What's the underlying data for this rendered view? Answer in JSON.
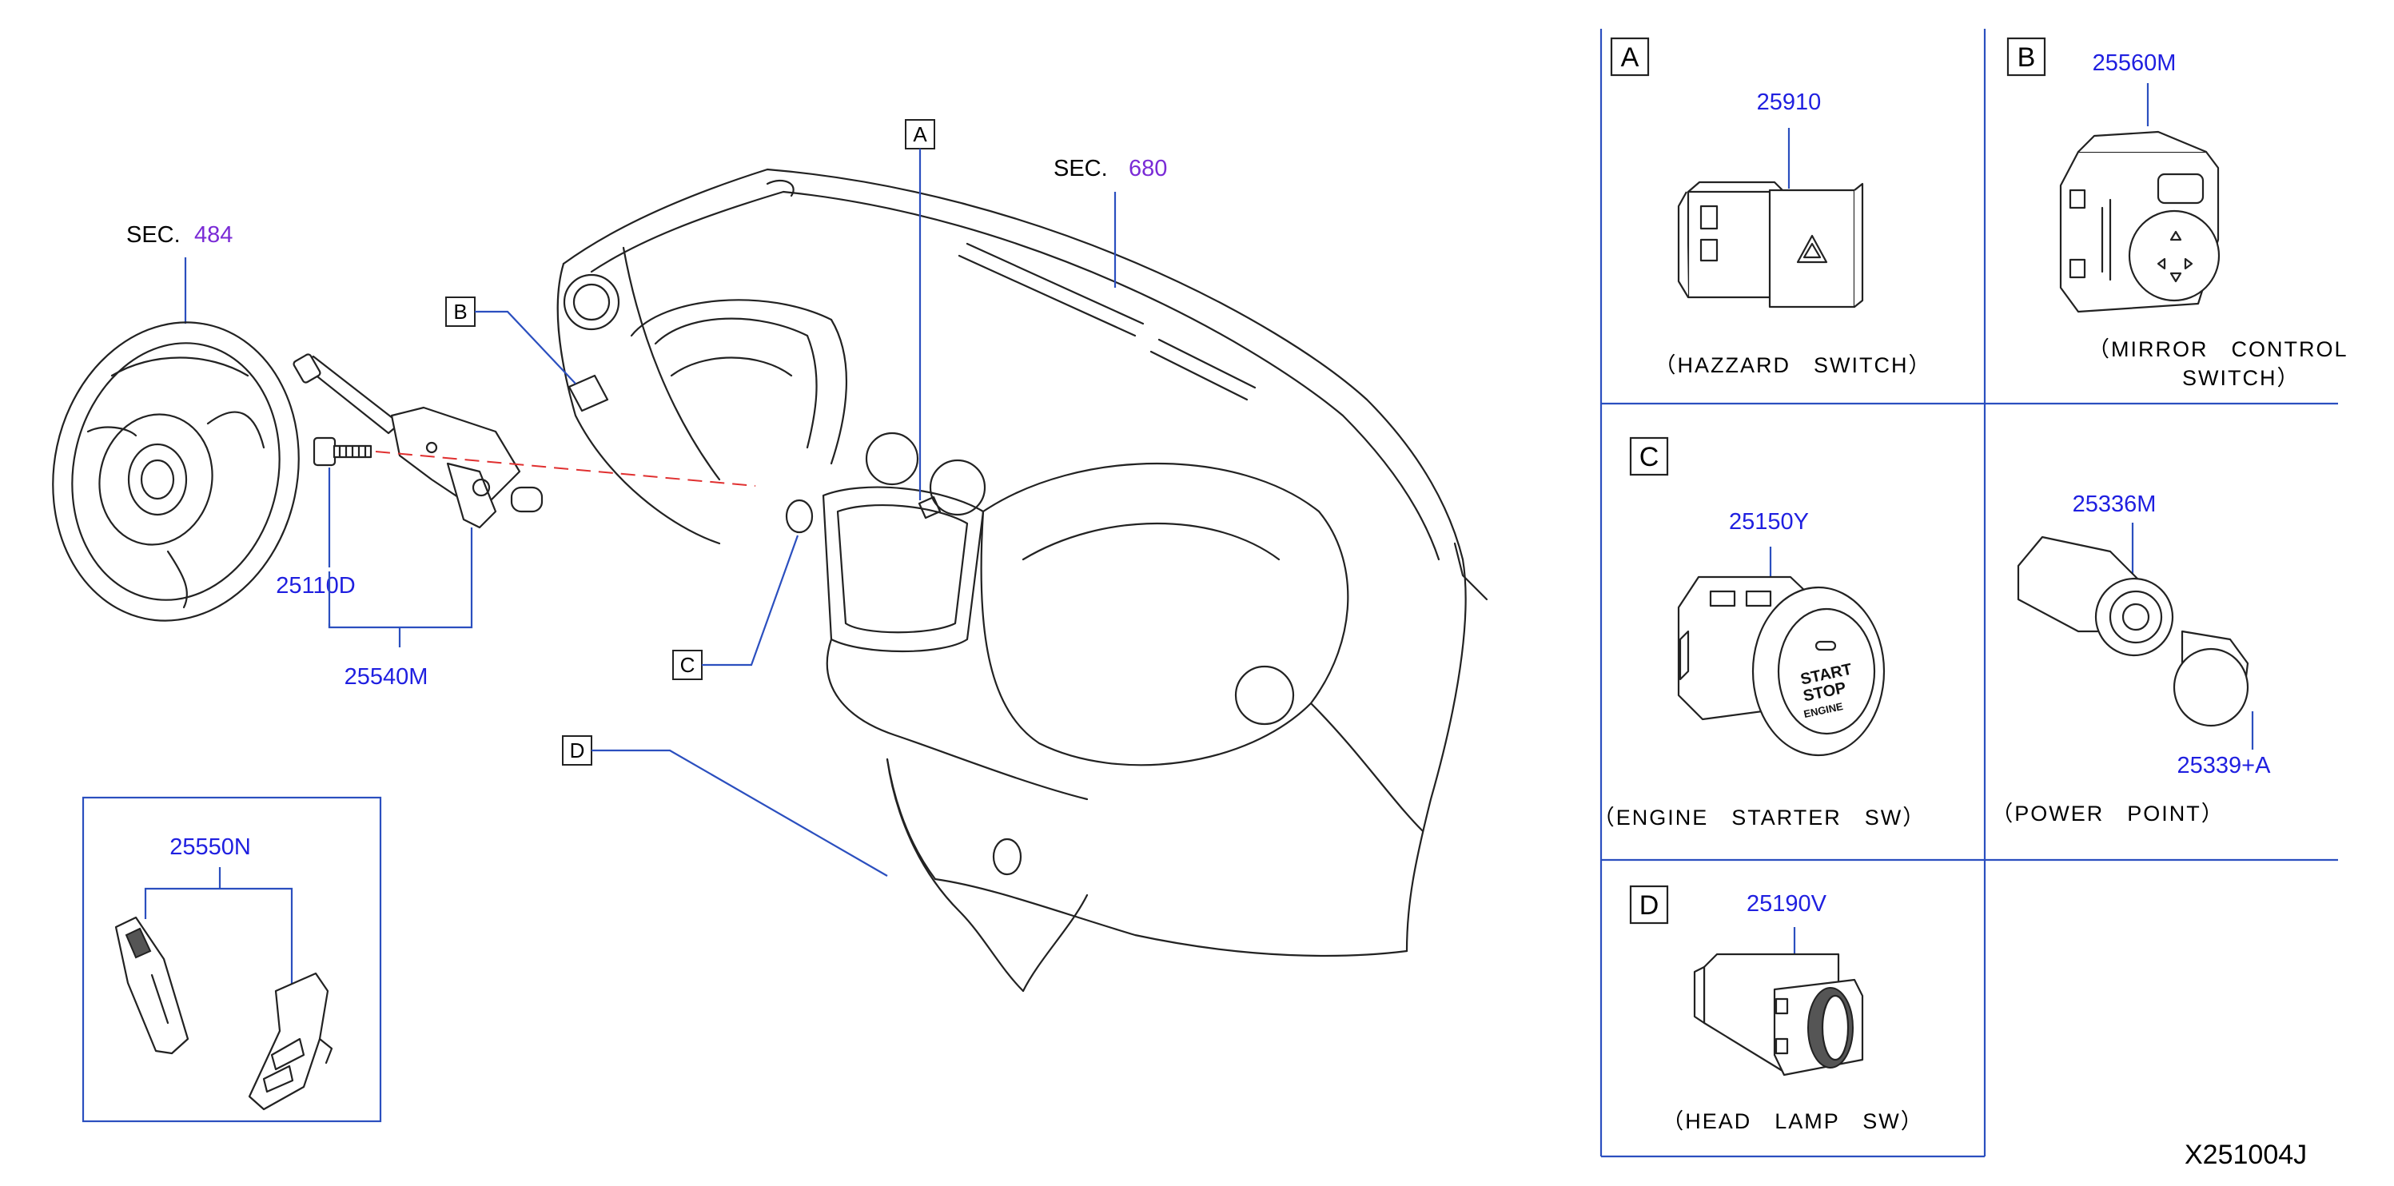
{
  "sections": {
    "sec_left": {
      "prefix": "SEC.",
      "number": "484"
    },
    "sec_dash": {
      "prefix": "SEC.",
      "number": "680"
    }
  },
  "parts": {
    "p25110D": "25110D",
    "p25540M": "25540M",
    "p25550N": "25550N",
    "p25910": "25910",
    "p25560M": "25560M",
    "p25150Y": "25150Y",
    "p25336M": "25336M",
    "p25339A": "25339+A",
    "p25190V": "25190V"
  },
  "refs": {
    "a": "A",
    "b": "B",
    "c": "C",
    "d": "D"
  },
  "panels": {
    "a": {
      "letter": "A",
      "caption": "（HAZZARD　SWITCH）"
    },
    "b": {
      "letter": "B",
      "caption_line1": "（MIRROR　CONTROL",
      "caption_line2": "SWITCH）"
    },
    "c": {
      "letter": "C",
      "caption": "（ENGINE　STARTER　SW）"
    },
    "d": {
      "letter": "D",
      "caption": "（HEAD　LAMP　SW）"
    },
    "power": {
      "caption": "（POWER　POINT）"
    }
  },
  "start_button": {
    "line1": "START",
    "line2": "STOP",
    "line3": "ENGINE"
  },
  "drawing_code": "X251004J",
  "colors": {
    "part_number": "#1f1fe0",
    "section_number": "#7a2bd6",
    "leader": "#2b4fbf",
    "dashed_leader": "#e03030"
  }
}
